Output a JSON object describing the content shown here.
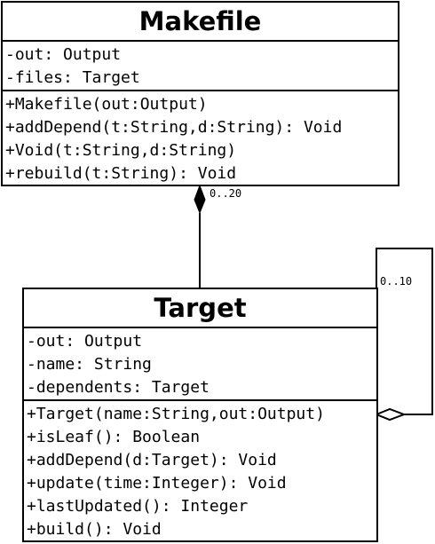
{
  "makefile": {
    "name": "Makefile",
    "attributes": [
      "-out: Output",
      "-files: Target"
    ],
    "operations": [
      "+Makefile(out:Output)",
      "+addDepend(t:String,d:String): Void",
      "+Void(t:String,d:String)",
      "+rebuild(t:String): Void"
    ]
  },
  "target": {
    "name": "Target",
    "attributes": [
      "-out: Output",
      "-name: String",
      "-dependents: Target"
    ],
    "operations": [
      "+Target(name:String,out:Output)",
      "+isLeaf(): Boolean",
      "+addDepend(d:Target): Void",
      "+update(time:Integer): Void",
      "+lastUpdated(): Integer",
      "+build(): Void"
    ]
  },
  "associations": {
    "composition_multiplicity": "0..20",
    "self_multiplicity": "0..10"
  }
}
